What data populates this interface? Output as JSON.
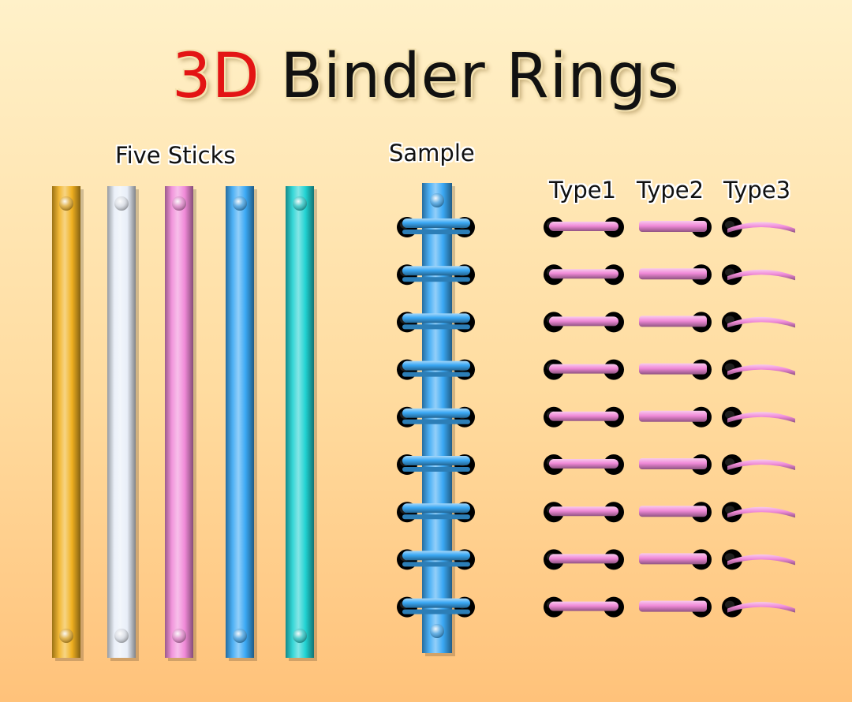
{
  "title": {
    "accent": "3D",
    "rest": " Binder Rings"
  },
  "labels": {
    "five_sticks": "Five Sticks",
    "sample": "Sample",
    "type1": "Type1",
    "type2": "Type2",
    "type3": "Type3"
  },
  "colors": {
    "stick_gold": "#f0b020",
    "stick_white": "#e8eef8",
    "stick_pink": "#f08ad8",
    "stick_blue": "#3aa8f4",
    "stick_cyan": "#20d2d2",
    "ring_pink": "#f08ad8",
    "ring_blue": "#3aa8f4",
    "title_accent": "#e31414"
  },
  "sticks": [
    {
      "name": "gold-stick",
      "color": "#f0b020"
    },
    {
      "name": "white-stick",
      "color": "#e8eef8"
    },
    {
      "name": "pink-stick",
      "color": "#f08ad8"
    },
    {
      "name": "blue-stick",
      "color": "#3aa8f4"
    },
    {
      "name": "cyan-stick",
      "color": "#20d2d2"
    }
  ],
  "ring_rows": 9
}
